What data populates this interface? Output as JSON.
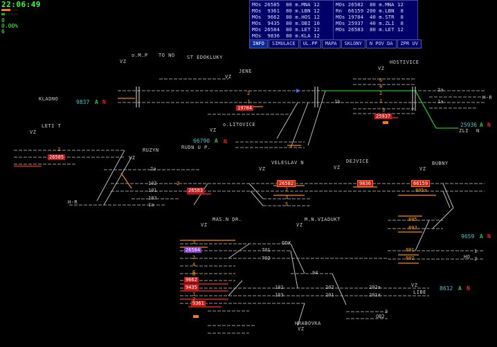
{
  "status": {
    "clock": "22:06:49",
    "line1": "0",
    "line2": "0.00%",
    "line3": "6",
    "progress_fraction": 0.55,
    "progress2_fraction": 0.2
  },
  "info": {
    "left": [
      "MOs 26585  80 m.MNA 12",
      "MOs  9361  80 m.LBN 12",
      "MOs  9662  80 m.HOS 12",
      "MOs  9435  80 m.OBI 10",
      "MOs 26584  80 m.LET 12",
      "MOs  9836  80 m.KLA 12"
    ],
    "right": [
      "MOs 26582  80 m.MNA 12",
      "Rn  66159 200 m.LBN  8",
      "MOs 19784  40 m.STR  8",
      "MOs 25937  40 m.ZLI  8",
      "MOs 26583  80 m.LET 12"
    ]
  },
  "menu": [
    "INFO",
    "SIMULACE",
    "UL.PP",
    "MAPA",
    "SKLONY",
    "N POV DA",
    "ZPR UV"
  ],
  "stations": {
    "omp": "o.M.P",
    "tono": "TO NO",
    "stedokluky": "ST EDOKLUKY",
    "jene": "JENE",
    "hostivice": "HOSTIVICE",
    "kladno": "KLADNO",
    "leti": "LETI T",
    "olitovice": "o.LITOVICE",
    "ruzyn": "RUZYN",
    "rudn": "RUDN  U P.",
    "veleslavin": "VELESLAV N",
    "dejvice": "DEJVICE",
    "bubny": "BUBNY",
    "masndr": "MAS.N DR.",
    "mnviadukt": "M.N.VIADUKT",
    "hrabovka": "HRABOVKA",
    "libe": "LIBE",
    "zli": "ZLI",
    "hr_left": "H-R",
    "hr_right": "H-R",
    "ho": "HO",
    "odk": "ODK"
  },
  "uz_labels": [
    "VZ",
    "VZ",
    "VZ",
    "VZ",
    "VZ",
    "VZ",
    "VZ",
    "VZ",
    "VZ",
    "VZ",
    "VZ",
    "VZ",
    "VZ"
  ],
  "signals": {
    "kladno_num": "9837",
    "hostivice_num": "25936",
    "rudn_num": "66790",
    "libe_num": "8612",
    "right_num": "9659",
    "a": "A",
    "n": "N"
  },
  "trains": {
    "t19784": "19784",
    "t25937": "25937",
    "t26585": "26585",
    "t26583": "26583",
    "t26582": "26582",
    "t9836": "9836",
    "t66159": "66159",
    "t26584": "26584",
    "t9662": "9662",
    "t9435": "9435",
    "t9361": "9361"
  },
  "tracks": {
    "t2a": "2a",
    "t1a": "1a",
    "t1b": "1b",
    "t101": "101",
    "t102": "102",
    "t103": "103",
    "t201": "201",
    "t202": "202",
    "t201a": "201a",
    "t202a": "202a",
    "t701": "701",
    "t702": "702",
    "t801": "801",
    "t802": "802",
    "t803": "803",
    "t805": "805",
    "t805a": "805a",
    "t94": "94",
    "t1": "1",
    "t2": "2",
    "t3": "3",
    "t4": "4",
    "t5": "5",
    "t6": "6",
    "t8": "8",
    "ob2": "OB2",
    "ob2_sub": "2"
  }
}
